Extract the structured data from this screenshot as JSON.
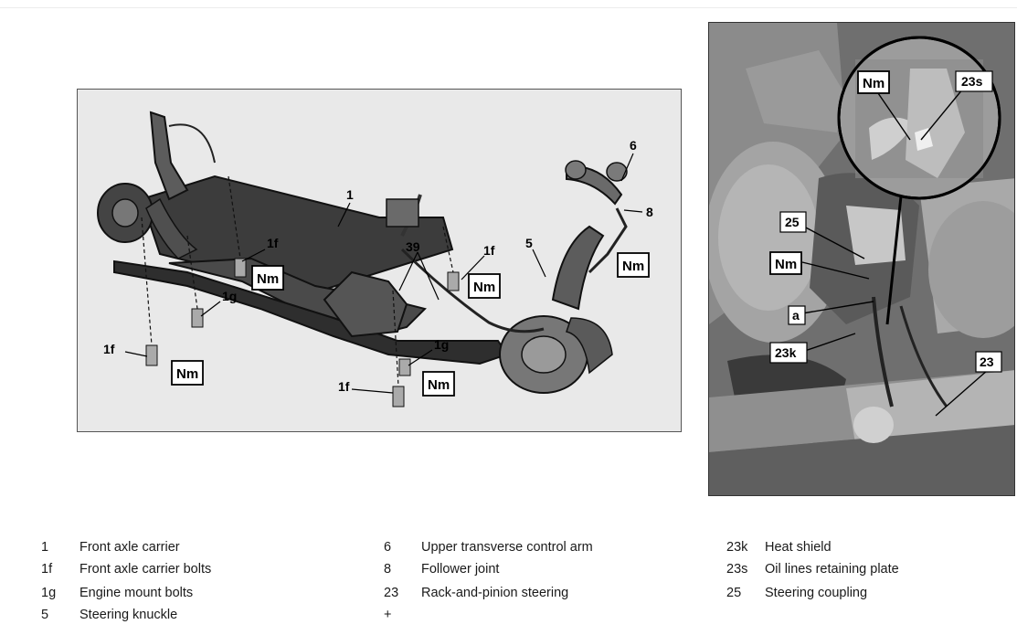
{
  "left_diagram": {
    "callouts": {
      "c1": "1",
      "c1f_a": "1f",
      "c1f_b": "1f",
      "c1f_c": "1f",
      "c1f_d": "1f",
      "c1g_a": "1g",
      "c1g_b": "1g",
      "c39": "39",
      "c5": "5",
      "c6": "6",
      "c8": "8"
    },
    "torque_label": "Nm"
  },
  "right_photo": {
    "callouts": {
      "c23s": "23s",
      "c25": "25",
      "ca": "a",
      "c23k": "23k",
      "c23": "23"
    },
    "torque_label": "Nm"
  },
  "legend": {
    "col1": [
      {
        "key": "1",
        "desc": "Front axle carrier"
      },
      {
        "key": "1f",
        "desc": "Front axle carrier bolts"
      },
      {
        "key": "1g",
        "desc": "Engine mount bolts"
      },
      {
        "key": "5",
        "desc": "Steering knuckle"
      }
    ],
    "col2": [
      {
        "key": "6",
        "desc": "Upper transverse control arm"
      },
      {
        "key": "8",
        "desc": "Follower joint"
      },
      {
        "key": "23",
        "desc": "Rack-and-pinion steering"
      },
      {
        "key": "+",
        "desc": ""
      }
    ],
    "col3": [
      {
        "key": "23k",
        "desc": "Heat shield"
      },
      {
        "key": "23s",
        "desc": "Oil lines retaining plate"
      },
      {
        "key": "25",
        "desc": "Steering coupling"
      }
    ]
  }
}
